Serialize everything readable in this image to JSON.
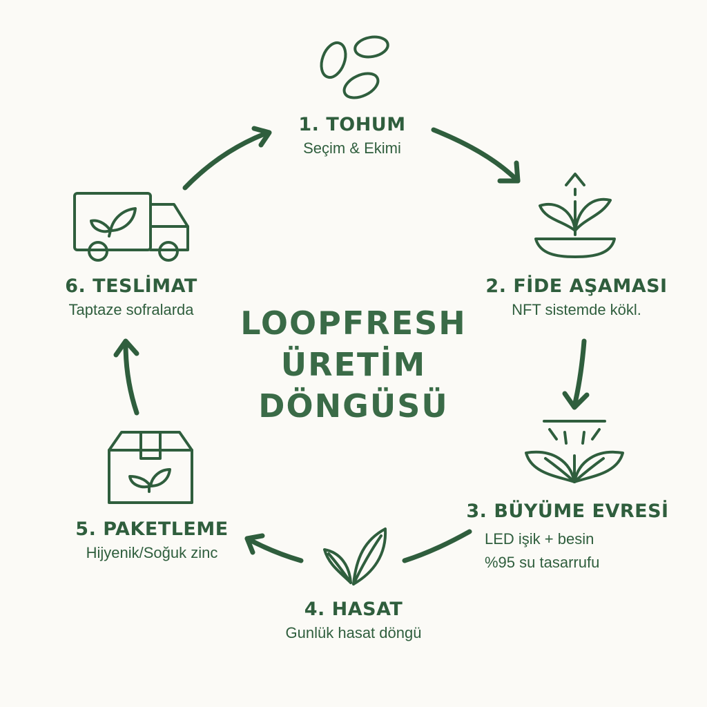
{
  "diagram": {
    "center_title": [
      "LOOPFRESH",
      "ÜRETİM",
      "DÖNGÜSÜ"
    ],
    "steps": [
      {
        "title": "1. TOHUM",
        "subtitle": [
          "Seçim & Ekimi"
        ],
        "icon": "seeds-icon"
      },
      {
        "title": "2. FİDE AŞAMASI",
        "subtitle": [
          "NFT sistemde kökl."
        ],
        "icon": "seedling-tray-icon"
      },
      {
        "title": "3. BÜYÜME EVRESİ",
        "subtitle": [
          "LED işik + besin",
          "%95 su tasarrufu"
        ],
        "icon": "grow-light-plant-icon"
      },
      {
        "title": "4. HASAT",
        "subtitle": [
          "Gunlük hasat döngü"
        ],
        "icon": "leaf-sprout-icon"
      },
      {
        "title": "5. PAKETLEME",
        "subtitle": [
          "Hijyenik/Soğuk zinc"
        ],
        "icon": "package-box-icon"
      },
      {
        "title": "6. TESLİMAT",
        "subtitle": [
          "Taptaze sofralarda"
        ],
        "icon": "delivery-truck-icon"
      }
    ],
    "colors": {
      "primary": "#2f5e3d",
      "title": "#3a6b47",
      "background": "#fbfaf6"
    }
  }
}
